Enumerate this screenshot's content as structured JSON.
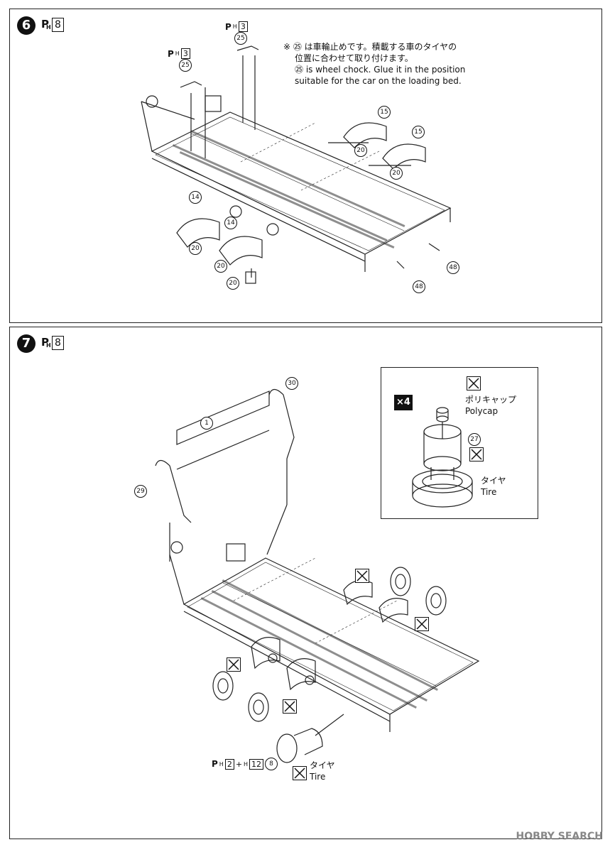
{
  "step6": {
    "number": "6",
    "paint_ref": "8",
    "part_refs": [
      {
        "id": "ref-a",
        "code": "3"
      },
      {
        "id": "ref-b",
        "code": "3"
      }
    ],
    "note_jp_line1": "※ ㉕ は車輪止めです。積載する車のタイヤの",
    "note_jp_line2": "位置に合わせて取り付けます。",
    "note_en_line1": "㉕ is wheel chock. Glue it in the position",
    "note_en_line2": "suitable for the car on the loading bed.",
    "callouts": [
      "25",
      "25",
      "15",
      "15",
      "20",
      "20",
      "14",
      "14",
      "20",
      "20",
      "20",
      "48",
      "48"
    ]
  },
  "step7": {
    "number": "7",
    "paint_ref": "8",
    "callouts": [
      "30",
      "1",
      "29",
      "27",
      "8"
    ],
    "inset": {
      "multiplier": "×4",
      "polycap_jp": "ポリキャップ",
      "polycap_en": "Polycap",
      "tire_jp": "タイヤ",
      "tire_en": "Tire",
      "part_no": "27"
    },
    "bottom_ref": {
      "code1": "2",
      "plus": "+",
      "code2": "12",
      "part": "8"
    },
    "tire_jp": "タイヤ",
    "tire_en": "Tire"
  },
  "watermark": "HOBBY SEARCH"
}
